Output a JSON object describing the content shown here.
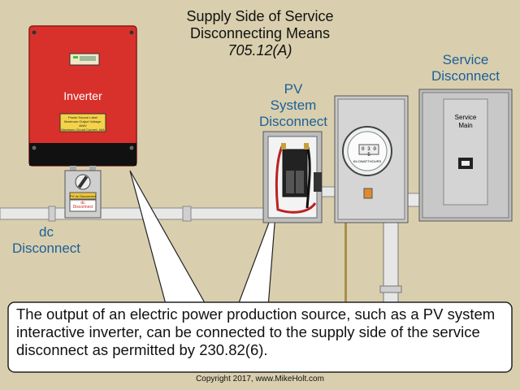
{
  "title": {
    "line1": "Supply Side of Service",
    "line2": "Disconnecting Means",
    "line3": "705.12(A)"
  },
  "labels": {
    "service_disconnect_1": "Service",
    "service_disconnect_2": "Disconnect",
    "pv_disconnect_1": "PV",
    "pv_disconnect_2": "System",
    "pv_disconnect_3": "Disconnect",
    "dc_disconnect_1": "dc",
    "dc_disconnect_2": "Disconnect"
  },
  "inverter": {
    "name": "Inverter",
    "label_line1": "Power Source Label",
    "label_line2": "Maximum Output Voltage: ###V",
    "label_line3": "Maximum Circuit Current: ##A",
    "warning_text": "PV dc Disconnect"
  },
  "dc_box": {
    "label_1": "dc",
    "label_2": "Disconnect"
  },
  "meter": {
    "dial": "0 3 0 5",
    "unit": "KILOWATTHOURS"
  },
  "service_panel": {
    "label_1": "Service",
    "label_2": "Main"
  },
  "note": "The output of an electric power production source, such as a PV system interactive inverter, can be connected to the supply side of the service disconnect as permitted by 230.82(6).",
  "copyright": "Copyright 2017, www.MikeHolt.com",
  "colors": {
    "background": "#d9cfae",
    "inverter_red": "#d8312b",
    "label_blue": "#1d5f9a",
    "panel_gray": "#c9c9c9"
  }
}
